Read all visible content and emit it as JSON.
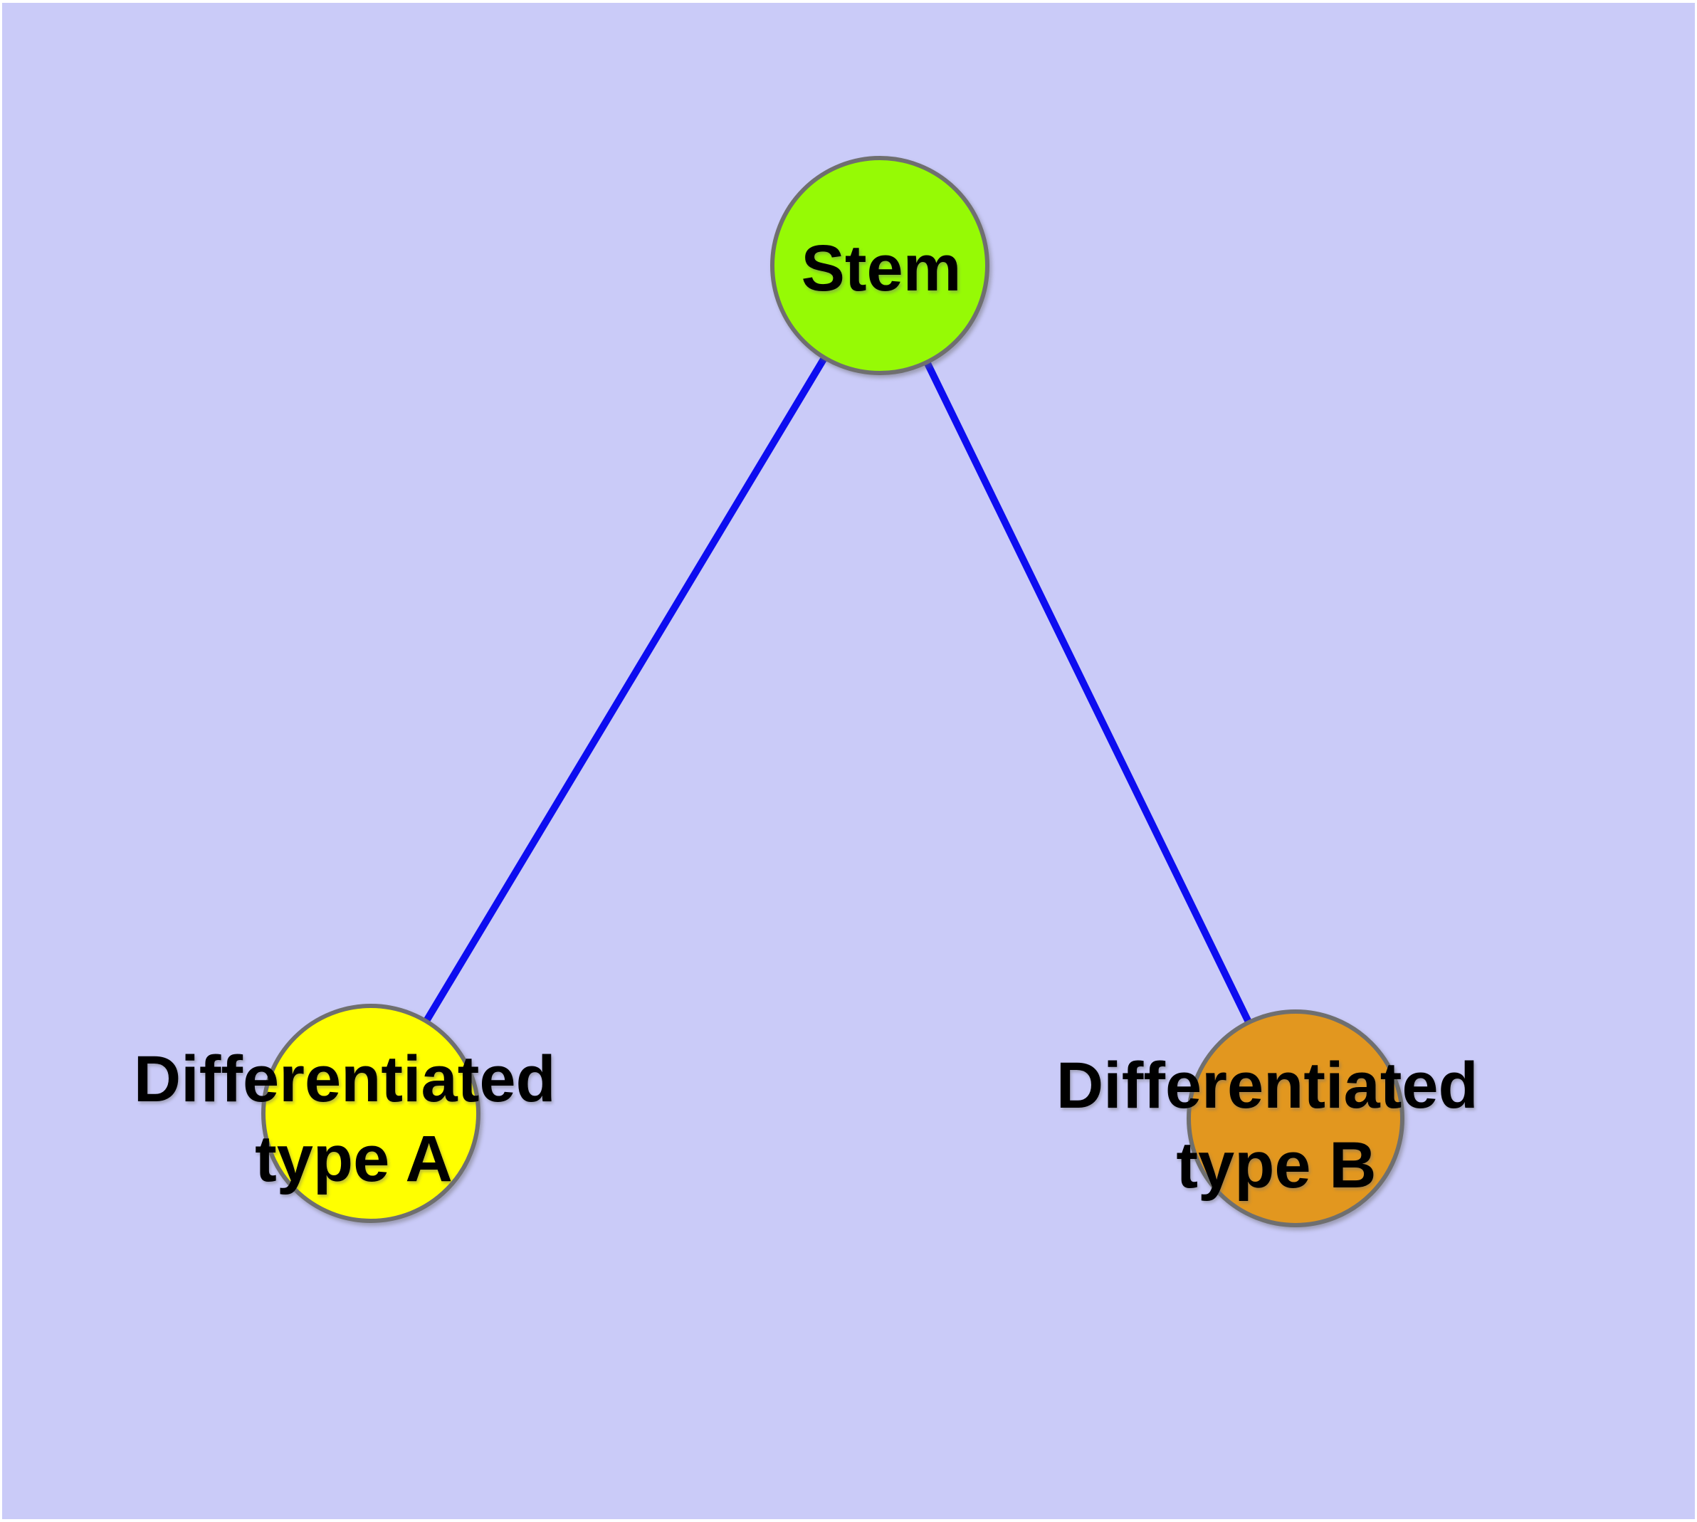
{
  "canvas": {
    "background_color": "#cacbf8",
    "margin_color": "#ffffff"
  },
  "edges": {
    "color": "#0d0df0",
    "items": [
      {
        "from": "stem",
        "to": "differentiated-type-a"
      },
      {
        "from": "stem",
        "to": "differentiated-type-b"
      }
    ]
  },
  "nodes": {
    "stem": {
      "label": "Stem",
      "fill": "#96fa05",
      "border_color": "#6f6f6f"
    },
    "type_a": {
      "label_line1": "Differentiated",
      "label_line2": "type A",
      "fill": "#ffff00",
      "border_color": "#6f6f6f"
    },
    "type_b": {
      "label_line1": "Differentiated",
      "label_line2": "type B",
      "fill": "#e2971f",
      "border_color": "#6f6f6f"
    }
  }
}
